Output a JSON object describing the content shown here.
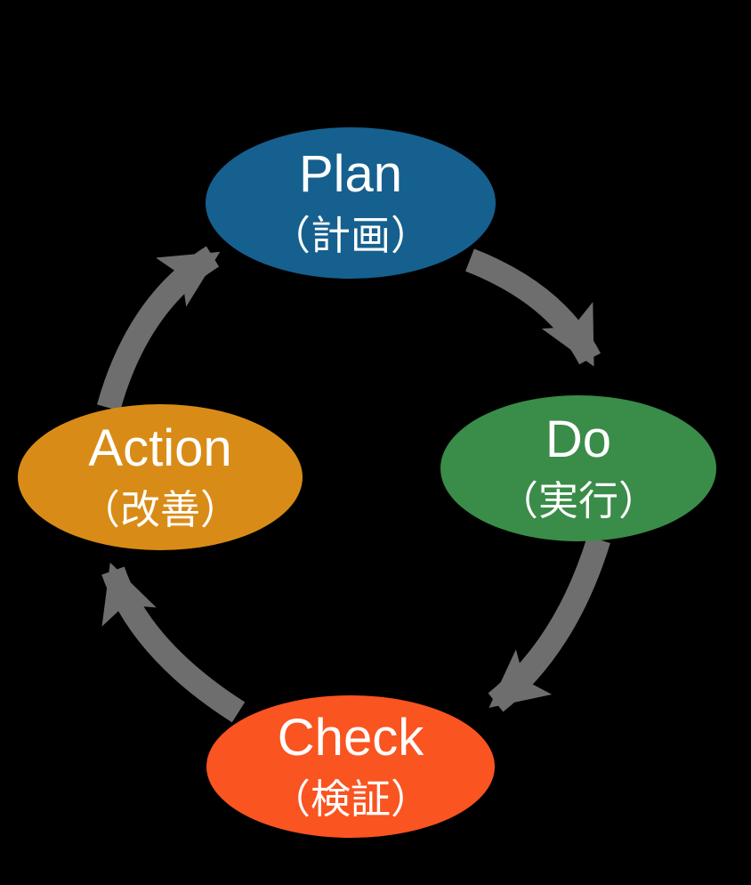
{
  "diagram": {
    "name": "PDCA cycle",
    "background_color": "#000000",
    "arrow_color": "#6e6e6e",
    "text_color": "#ffffff",
    "nodes": [
      {
        "id": "plan",
        "label": "Plan",
        "sublabel": "（計画）",
        "color": "#15608e",
        "position": "top"
      },
      {
        "id": "do",
        "label": "Do",
        "sublabel": "（実行）",
        "color": "#3a8c49",
        "position": "right"
      },
      {
        "id": "check",
        "label": "Check",
        "sublabel": "（検証）",
        "color": "#fa5420",
        "position": "bottom"
      },
      {
        "id": "action",
        "label": "Action",
        "sublabel": "（改善）",
        "color": "#d88c17",
        "position": "left"
      }
    ],
    "arrows": [
      {
        "from": "Plan",
        "to": "Do"
      },
      {
        "from": "Do",
        "to": "Check"
      },
      {
        "from": "Check",
        "to": "Action"
      },
      {
        "from": "Action",
        "to": "Plan"
      }
    ]
  }
}
